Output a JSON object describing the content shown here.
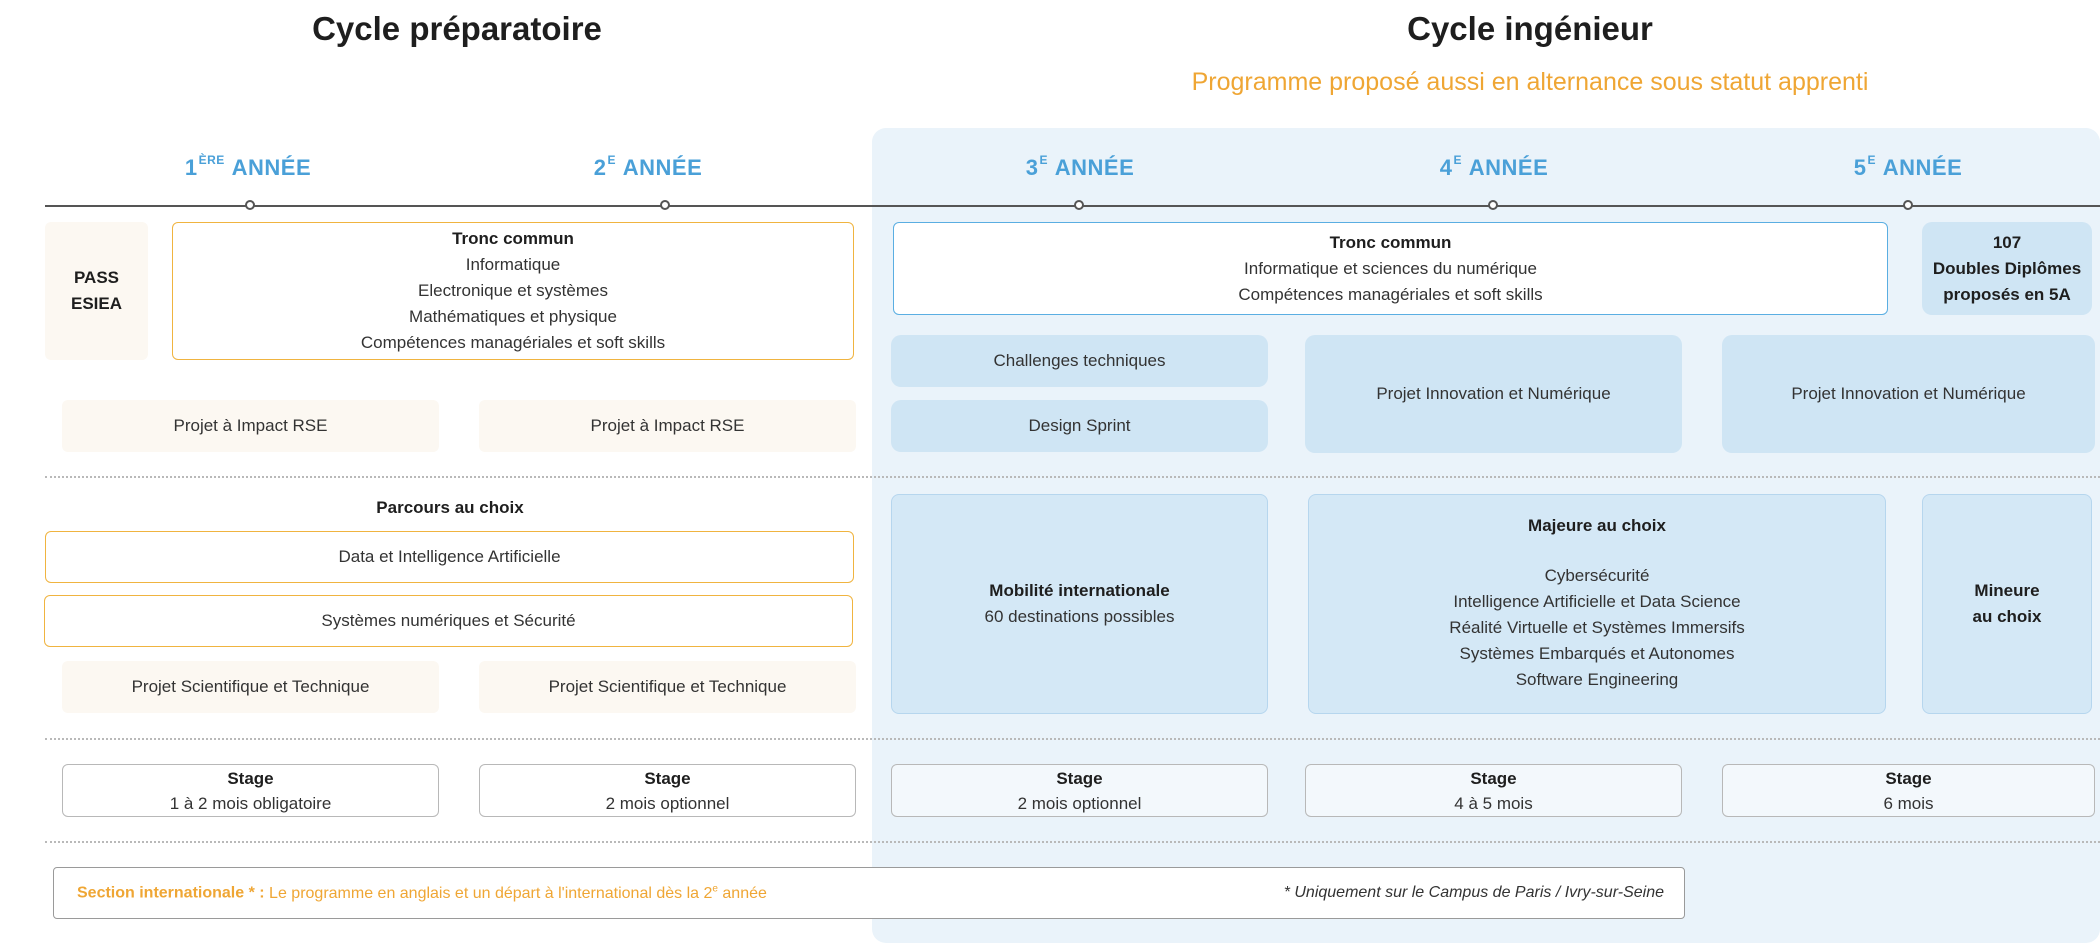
{
  "titles": {
    "prep": "Cycle préparatoire",
    "eng": "Cycle ingénieur",
    "eng_subtitle": "Programme proposé aussi en alternance sous statut apprenti"
  },
  "years": [
    {
      "num": "1",
      "sup": "ÈRE",
      "label": "ANNÉE"
    },
    {
      "num": "2",
      "sup": "E",
      "label": "ANNÉE"
    },
    {
      "num": "3",
      "sup": "E",
      "label": "ANNÉE"
    },
    {
      "num": "4",
      "sup": "E",
      "label": "ANNÉE"
    },
    {
      "num": "5",
      "sup": "E",
      "label": "ANNÉE"
    }
  ],
  "pass": [
    "PASS",
    "ESIEA"
  ],
  "prep_core": {
    "title": "Tronc commun",
    "items": [
      "Informatique",
      "Electronique et systèmes",
      "Mathématiques et physique",
      "Compétences managériales et soft skills"
    ]
  },
  "eng_core": {
    "title": "Tronc commun",
    "items": [
      "Informatique et sciences du numérique",
      "Compétences managériales et soft skills"
    ]
  },
  "double_degrees": [
    "107",
    "Doubles Diplômes",
    "proposés en 5A"
  ],
  "projects_rse": [
    "Projet à Impact RSE",
    "Projet à Impact RSE"
  ],
  "challenges": "Challenges techniques",
  "design_sprint": "Design Sprint",
  "innovation": [
    "Projet Innovation et Numérique",
    "Projet Innovation et Numérique"
  ],
  "parcours": {
    "title": "Parcours au choix",
    "options": [
      "Data et Intelligence Artificielle",
      "Systèmes numériques et Sécurité"
    ]
  },
  "projects_st": [
    "Projet Scientifique et Technique",
    "Projet Scientifique et Technique"
  ],
  "mobility": {
    "title": "Mobilité internationale",
    "text": "60 destinations possibles"
  },
  "major": {
    "title": "Majeure au choix",
    "items": [
      "Cybersécurité",
      "Intelligence Artificielle et Data Science",
      "Réalité Virtuelle et Systèmes Immersifs",
      "Systèmes Embarqués et Autonomes",
      "Software Engineering"
    ]
  },
  "minor": [
    "Mineure",
    "au choix"
  ],
  "stages": [
    {
      "title": "Stage",
      "text": "1 à 2 mois obligatoire"
    },
    {
      "title": "Stage",
      "text": "2 mois optionnel"
    },
    {
      "title": "Stage",
      "text": "2 mois optionnel"
    },
    {
      "title": "Stage",
      "text": "4 à 5 mois"
    },
    {
      "title": "Stage",
      "text": "6 mois"
    }
  ],
  "international": {
    "label": "Section internationale * :",
    "text": "Le programme en anglais et un départ à l'international dès la 2",
    "text_sup": "e",
    "text_end": " année",
    "note": "* Uniquement sur le Campus de Paris / Ivry-sur-Seine"
  },
  "colors": {
    "accent_orange": "#efa634",
    "accent_blue": "#4aa0d8",
    "engineering_bg": "#eaf3fa",
    "box_blue": "#cfe5f4",
    "beige": "#fcf8f2"
  }
}
